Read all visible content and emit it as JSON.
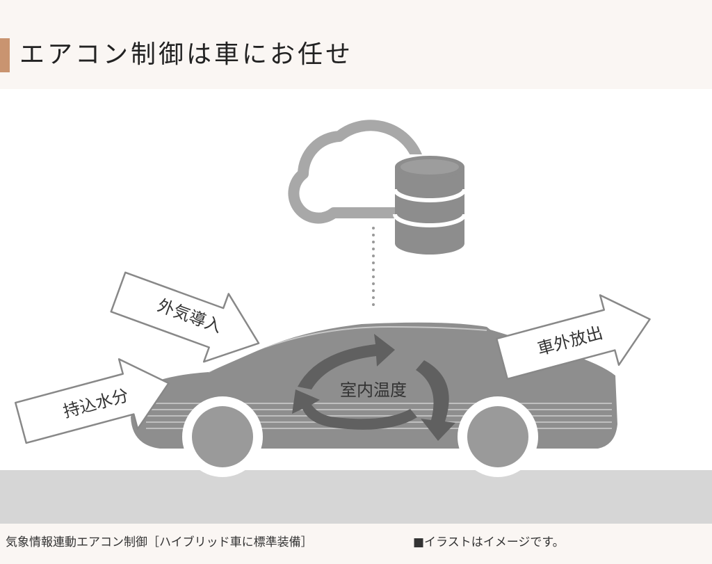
{
  "header": {
    "title": "エアコン制御は車にお任せ",
    "accent_color": "#c99470"
  },
  "diagram": {
    "labels": {
      "outside_air_intake": "外気導入",
      "carried_moisture": "持込水分",
      "cabin_temperature": "室内温度",
      "exhaust_outside": "車外放出"
    },
    "icons": [
      "cloud-icon",
      "database-icon",
      "car-illustration"
    ]
  },
  "footer": {
    "caption": "気象情報連動エアコン制御［ハイブリッド車に標準装備］",
    "note": "■イラストはイメージです。"
  }
}
